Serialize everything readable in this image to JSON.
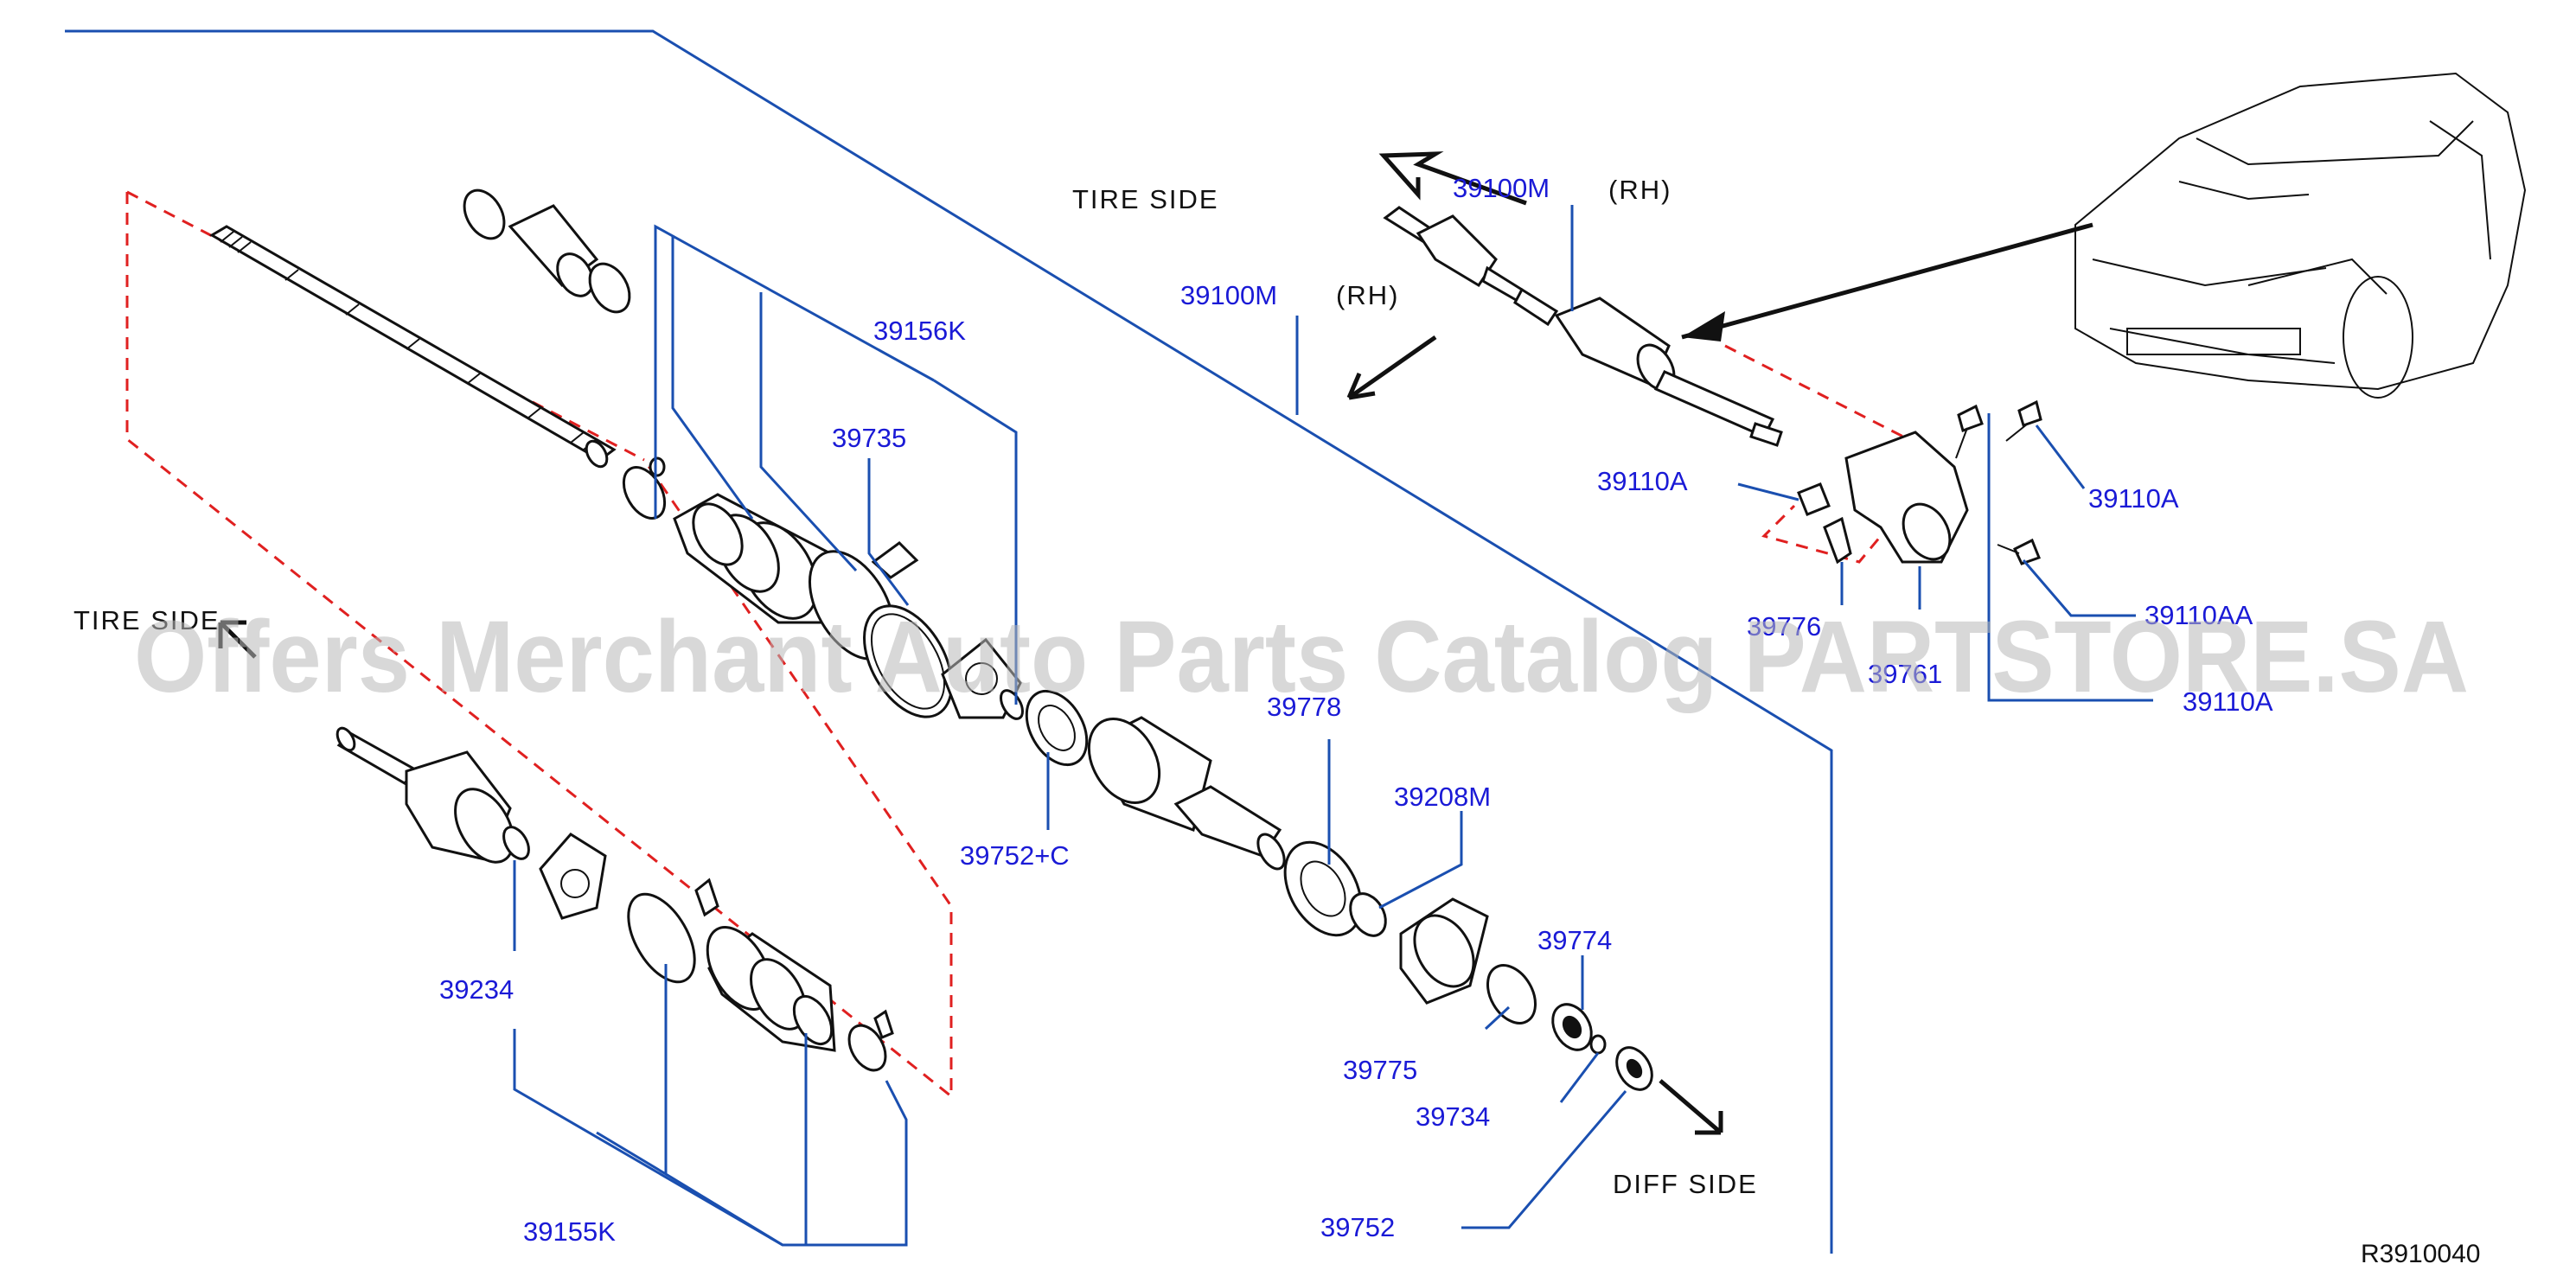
{
  "side_labels": {
    "tire_side_top": "TIRE SIDE",
    "tire_side_left": "TIRE SIDE",
    "diff_side": "DIFF SIDE",
    "rh_1": "(RH)",
    "rh_2": "(RH)"
  },
  "part_labels": {
    "p39100M_a": "39100M",
    "p39100M_b": "39100M",
    "p39156K": "39156K",
    "p39735": "39735",
    "p39778": "39778",
    "p39208M": "39208M",
    "p39752C": "39752+C",
    "p39774": "39774",
    "p39775": "39775",
    "p39734": "39734",
    "p39752": "39752",
    "p39234": "39234",
    "p39155K": "39155K",
    "p39110A_a": "39110A",
    "p39110A_b": "39110A",
    "p39110AA": "39110AA",
    "p39110A_c": "39110A",
    "p39776": "39776",
    "p39761": "39761"
  },
  "diagram_code": "R3910040",
  "watermark": "Offers Merchant Auto Parts Catalog PARTSTORE.SA",
  "colors": {
    "leader": "#1a4fb0",
    "label": "#1a1ad6",
    "dashed": "#e02020",
    "watermark": "#b9b9b9"
  }
}
